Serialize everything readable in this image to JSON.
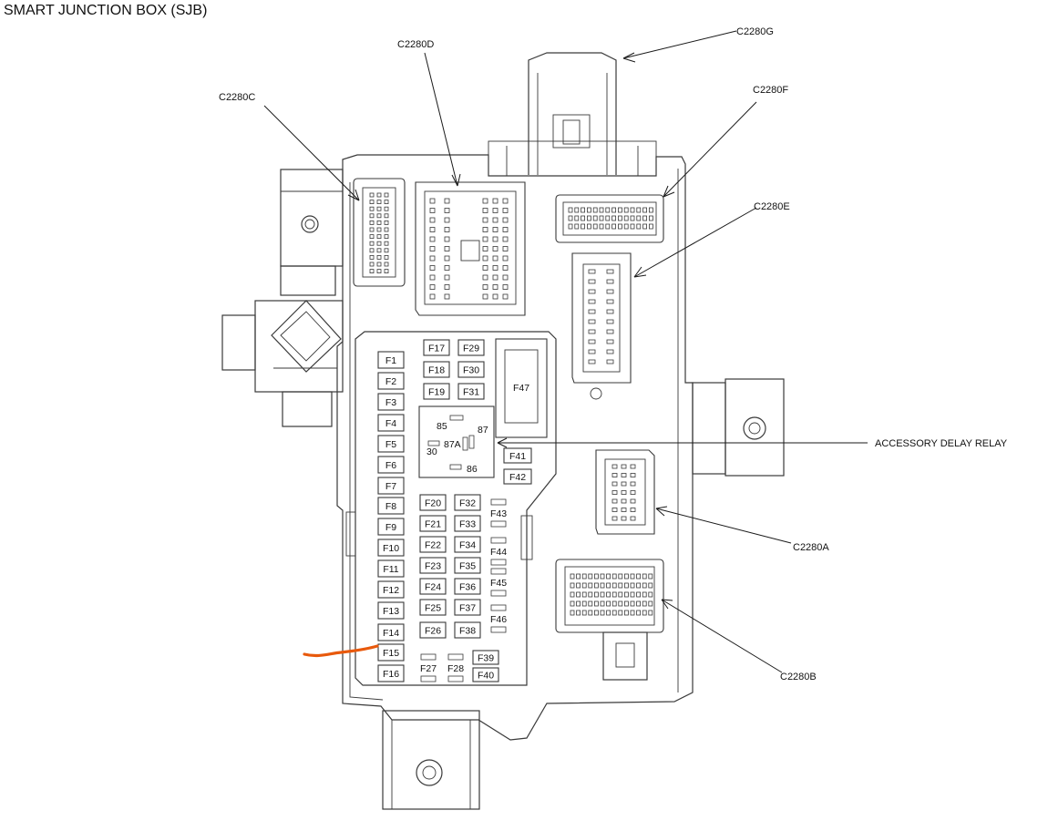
{
  "title": "SMART JUNCTION BOX (SJB)",
  "connectors": {
    "c2280a": "C2280A",
    "c2280b": "C2280B",
    "c2280c": "C2280C",
    "c2280d": "C2280D",
    "c2280e": "C2280E",
    "c2280f": "C2280F",
    "c2280g": "C2280G"
  },
  "relay": {
    "label": "ACCESSORY DELAY RELAY",
    "terminals": [
      "85",
      "87",
      "87A",
      "30",
      "86"
    ]
  },
  "fuses": [
    "F1",
    "F2",
    "F3",
    "F4",
    "F5",
    "F6",
    "F7",
    "F8",
    "F9",
    "F10",
    "F11",
    "F12",
    "F13",
    "F14",
    "F15",
    "F16",
    "F17",
    "F18",
    "F19",
    "F20",
    "F21",
    "F22",
    "F23",
    "F24",
    "F25",
    "F26",
    "F27",
    "F28",
    "F29",
    "F30",
    "F31",
    "F32",
    "F33",
    "F34",
    "F35",
    "F36",
    "F37",
    "F38",
    "F39",
    "F40",
    "F41",
    "F42",
    "F43",
    "F44",
    "F45",
    "F46",
    "F47"
  ],
  "highlight_color": "#e8590c",
  "line_color": "#3a3a3a"
}
